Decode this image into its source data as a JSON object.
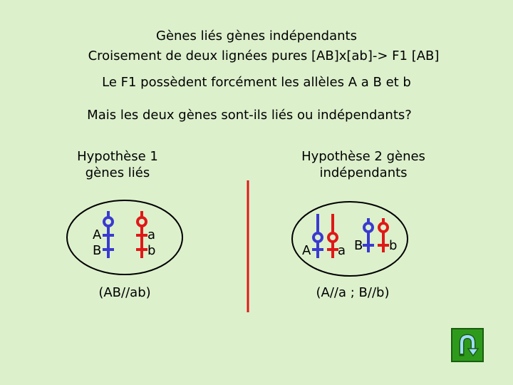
{
  "slide": {
    "title_line1": "Gènes liés gènes indépendants",
    "title_line2": "Croisement de deux lignées pures [AB]x[ab]-> F1 [AB]",
    "line3": "Le F1 possèdent forcément les allèles A a B et b",
    "question": "Mais les deux gènes sont-ils liés ou indépendants?"
  },
  "hypothesis1": {
    "title_line1": "Hypothèse 1",
    "title_line2": "gènes liés",
    "chromosome_left": {
      "top_label": "A",
      "bottom_label": "B"
    },
    "chromosome_right": {
      "top_label": "a",
      "bottom_label": "b"
    },
    "genotype": "(AB//ab)"
  },
  "hypothesis2": {
    "title_line1": "Hypothèse 2 gènes",
    "title_line2": "indépendants",
    "alleles": [
      "A",
      "a",
      "B",
      "b"
    ],
    "genotype": "(A//a ; B//b)"
  },
  "colors": {
    "background": "#dcf0cc",
    "blue": "#3a3ad0",
    "red": "#e01818",
    "divider": "#e01818",
    "button": "#2e9a1c"
  },
  "icons": {
    "back_button": "u-turn-arrow-icon"
  }
}
